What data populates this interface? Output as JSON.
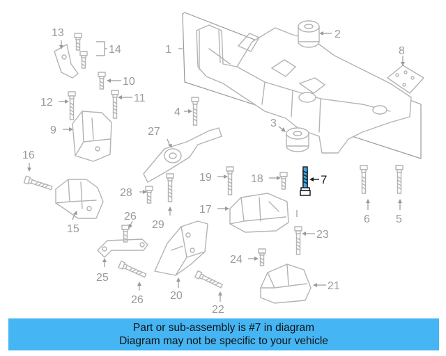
{
  "diagram": {
    "highlight": {
      "callout": "7",
      "color": "#3aaaf0"
    },
    "callouts": [
      "1",
      "2",
      "3",
      "4",
      "5",
      "6",
      "8",
      "9",
      "10",
      "11",
      "12",
      "13",
      "14",
      "15",
      "16",
      "17",
      "18",
      "19",
      "20",
      "21",
      "22",
      "23",
      "24",
      "25",
      "26",
      "26",
      "27",
      "28",
      "29"
    ]
  },
  "banner": {
    "line1": "Part or sub-assembly is #7 in diagram",
    "line2": "Diagram may not be specific to your vehicle",
    "background": "#45b5f3"
  }
}
